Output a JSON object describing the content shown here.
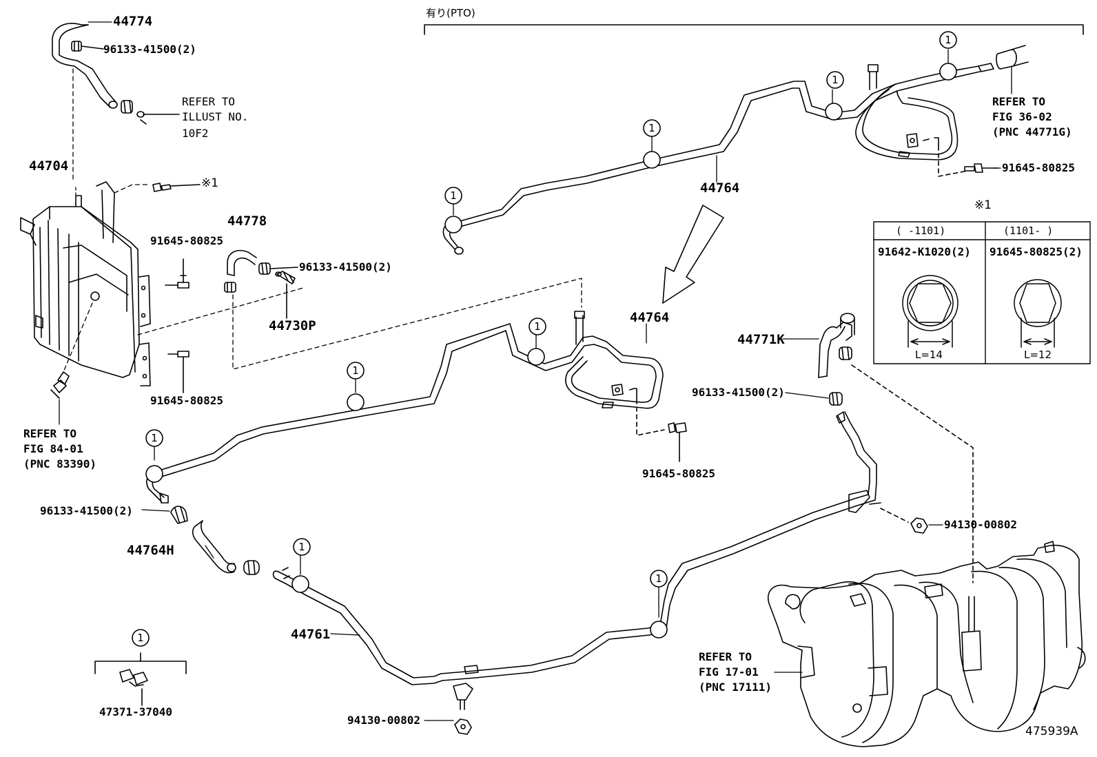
{
  "labels": {
    "p44774": "44774",
    "c96133_top": "96133-41500(2)",
    "refer_illust": [
      "REFER TO",
      "ILLUST NO.",
      "10F2"
    ],
    "p44704": "44704",
    "mark_x1_bolt": "※1",
    "p44778": "44778",
    "b91645_a": "91645-80825",
    "c96133_mid": "96133-41500(2)",
    "p44730P": "44730P",
    "b91645_b": "91645-80825",
    "refer_84": [
      "REFER TO",
      "FIG 84-01",
      "(PNC 83390)"
    ],
    "pto_header": "有り(PTO)",
    "refer_36": [
      "REFER TO",
      "FIG 36-02",
      "(PNC 44771G)"
    ],
    "b91645_tr": "91645-80825",
    "p44764_top": "44764",
    "p44764_mid": "44764",
    "p44771K": "44771K",
    "c96133_r": "96133-41500(2)",
    "b91645_c": "91645-80825",
    "n94130_r": "94130-00802",
    "c96133_left": "96133-41500(2)",
    "p44764H": "44764H",
    "p44761": "44761",
    "n94130_b": "94130-00802",
    "p47371": "47371-37040",
    "refer_17": [
      "REFER TO",
      "FIG 17-01",
      "(PNC 17111)"
    ],
    "fig_id": "475939A",
    "callout": "1"
  },
  "table": {
    "title": "※1",
    "col1_head": "(     -1101)",
    "col2_head": "(1101-     )",
    "col1_part": "91642-K1020(2)",
    "col2_part": "91645-80825(2)",
    "col1_len": "L=14",
    "col2_len": "L=12"
  },
  "icons": [
    "hex-bolt-flange-icon",
    "hex-bolt-icon",
    "hose-clamp-icon",
    "bolt-icon",
    "nut-icon"
  ]
}
